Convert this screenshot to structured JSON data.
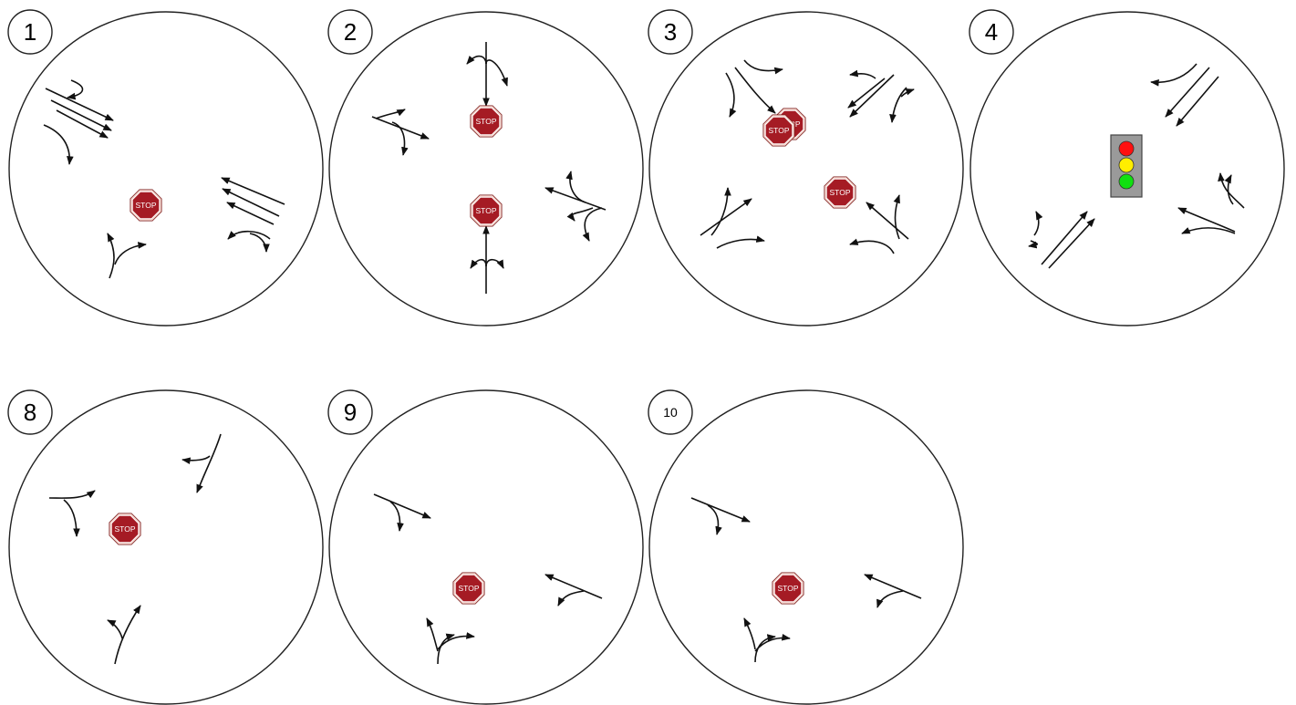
{
  "diagrams": [
    {
      "label": "1",
      "stop_sign_count": 1,
      "traffic_signal_count": 0
    },
    {
      "label": "2",
      "stop_sign_count": 2,
      "traffic_signal_count": 0
    },
    {
      "label": "3",
      "stop_sign_count": 3,
      "traffic_signal_count": 0
    },
    {
      "label": "4",
      "stop_sign_count": 0,
      "traffic_signal_count": 1
    },
    {
      "label": "8",
      "stop_sign_count": 1,
      "traffic_signal_count": 0
    },
    {
      "label": "9",
      "stop_sign_count": 1,
      "traffic_signal_count": 0
    },
    {
      "label": "10",
      "stop_sign_count": 1,
      "traffic_signal_count": 0
    }
  ],
  "stop_sign_text": "STOP",
  "colors": {
    "stop_sign": "#a51b24",
    "stop_sign_border": "#f2d0c8",
    "circle_stroke": "#222222",
    "arrow": "#111111",
    "signal_housing": "#9a9a9a",
    "signal_red": "#ff1010",
    "signal_yellow": "#ffee00",
    "signal_green": "#10e010"
  },
  "icons": {
    "stop_sign": "stop-sign-icon",
    "traffic_signal": "traffic-light-icon",
    "movement_arrow": "arrow-icon"
  }
}
